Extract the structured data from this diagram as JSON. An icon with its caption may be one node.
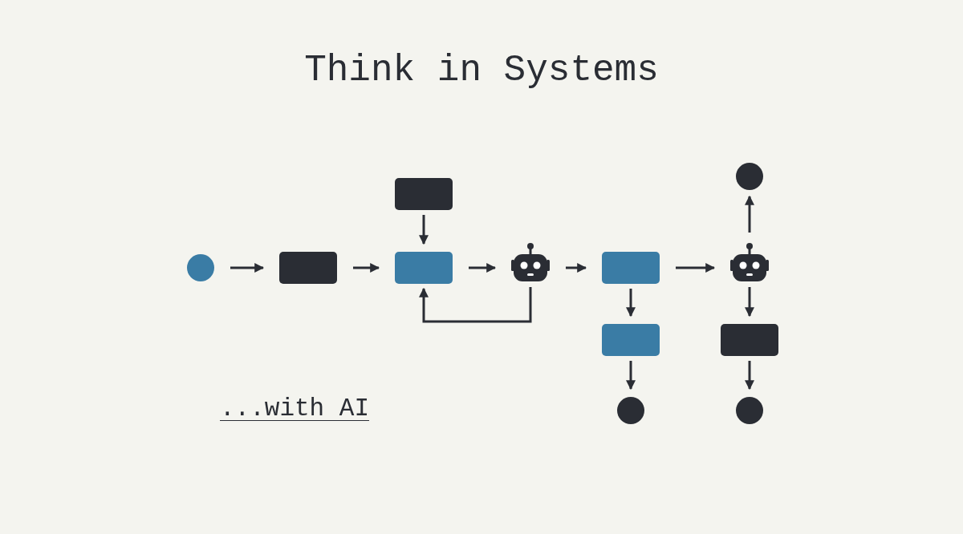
{
  "diagram": {
    "title": "Think in Systems",
    "nodes": [
      {
        "text": [],
        "shape": "circle"
      },
      {
        "text": [],
        "shape": "box"
      },
      {
        "text": [],
        "shape": "box"
      },
      {
        "text": [],
        "shape": "box"
      },
      {
        "text": [],
        "shape": "robot"
      },
      {
        "text": [],
        "shape": "box"
      },
      {
        "text": [],
        "shape": "box"
      },
      {
        "text": [],
        "shape": "circle"
      },
      {
        "text": [],
        "shape": "circle"
      },
      {
        "text": [],
        "shape": "robot"
      },
      {
        "text": [],
        "shape": "box"
      },
      {
        "text": [],
        "shape": "circle"
      }
    ],
    "edges": [
      {
        "from": 0,
        "to": 1,
        "arrow": "to"
      },
      {
        "from": 1,
        "to": 3,
        "arrow": "to"
      },
      {
        "from": 2,
        "to": 3,
        "arrow": "to"
      },
      {
        "from": 3,
        "to": 4,
        "arrow": "to"
      },
      {
        "from": 4,
        "to": 3,
        "arrow": "to"
      },
      {
        "from": 4,
        "to": 5,
        "arrow": "to"
      },
      {
        "from": 5,
        "to": 6,
        "arrow": "to"
      },
      {
        "from": 6,
        "to": 7,
        "arrow": "to"
      },
      {
        "from": 5,
        "to": 9,
        "arrow": "to"
      },
      {
        "from": 9,
        "to": 8,
        "arrow": "to"
      },
      {
        "from": 9,
        "to": 10,
        "arrow": "to"
      },
      {
        "from": 10,
        "to": 11,
        "arrow": "to"
      }
    ],
    "labels": [
      "...with AI"
    ]
  }
}
